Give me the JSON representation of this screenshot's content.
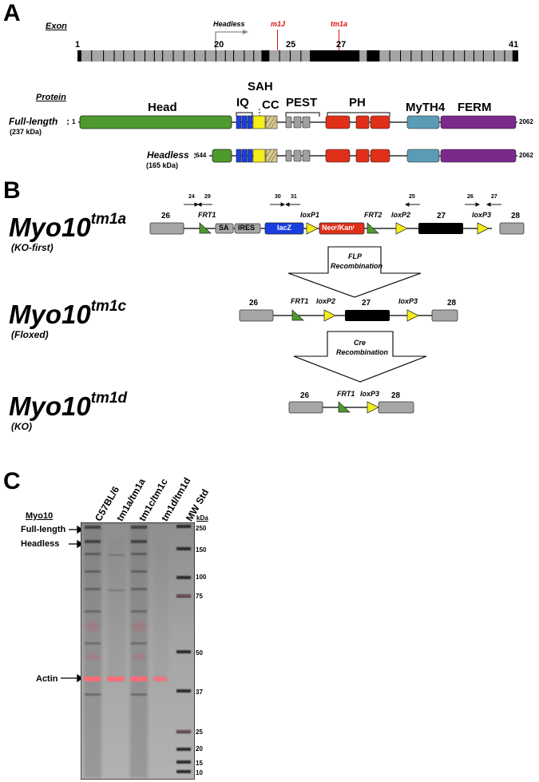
{
  "panels": {
    "a": "A",
    "b": "B",
    "c": "C"
  },
  "exon": {
    "title": "Exon",
    "headless_label": "Headless",
    "m1j_label": "m1J",
    "tm1a_label": "tm1a",
    "numbers": [
      "1",
      "20",
      "25",
      "27",
      "41"
    ],
    "m1j_color": "#e01010"
  },
  "protein": {
    "title": "Protein",
    "domains": [
      "Head",
      "IQ",
      "SAH",
      "CC",
      "PEST",
      "PH",
      "MyTH4",
      "FERM"
    ],
    "full_length_label": "Full-length",
    "full_length_kda": "(237 kDa)",
    "full_start": "1",
    "full_end": "2062",
    "headless_label": "Headless",
    "headless_kda": "(165 kDa)",
    "headless_start": "644",
    "headless_end": "2062",
    "colors": {
      "head": "#4e9a2e",
      "iq": "#1a3fe0",
      "sah": "#f5ee1a",
      "pest": "#a0a0a0",
      "ph": "#e0301a",
      "myth4": "#5b9cb5",
      "ferm": "#7a2a8a"
    }
  },
  "alleles": {
    "tm1a": {
      "base": "Myo10",
      "sup": "tm1a",
      "sub": "(KO-first)"
    },
    "tm1c": {
      "base": "Myo10",
      "sup": "tm1c",
      "sub": "(Floxed)"
    },
    "tm1d": {
      "base": "Myo10",
      "sup": "tm1d",
      "sub": "(KO)"
    }
  },
  "tm1a_construct": {
    "primers": [
      "24",
      "29",
      "30",
      "31",
      "25",
      "26",
      "27"
    ],
    "exons": [
      "26",
      "27",
      "28"
    ],
    "frt1": "FRT1",
    "frt2": "FRT2",
    "loxp1": "loxP1",
    "loxp2": "loxP2",
    "loxp3": "loxP3",
    "sa": "SA",
    "ires": "IRES",
    "lacz": "lacZ",
    "neo": "Neoʳ/Kanʳ"
  },
  "flp": {
    "line1": "FLP",
    "line2": "Recombination"
  },
  "tm1c_construct": {
    "exons": [
      "26",
      "27",
      "28"
    ],
    "frt1": "FRT1",
    "loxp2": "loxP2",
    "loxp3": "loxP3"
  },
  "cre": {
    "line1": "Cre",
    "line2": "Recombination"
  },
  "tm1d_construct": {
    "exons": [
      "26",
      "28"
    ],
    "frt1": "FRT1",
    "loxp3": "loxP3"
  },
  "gel": {
    "lanes": [
      "C57BL/6",
      "tm1a/tm1a",
      "tm1c/tm1c",
      "tm1d/tm1d",
      "MW Std"
    ],
    "myo10": "Myo10",
    "full_length": "Full-length",
    "headless": "Headless",
    "actin": "Actin",
    "kda": "kDa",
    "mw": [
      "250",
      "150",
      "100",
      "75",
      "50",
      "37",
      "25",
      "20",
      "15",
      "10"
    ]
  }
}
